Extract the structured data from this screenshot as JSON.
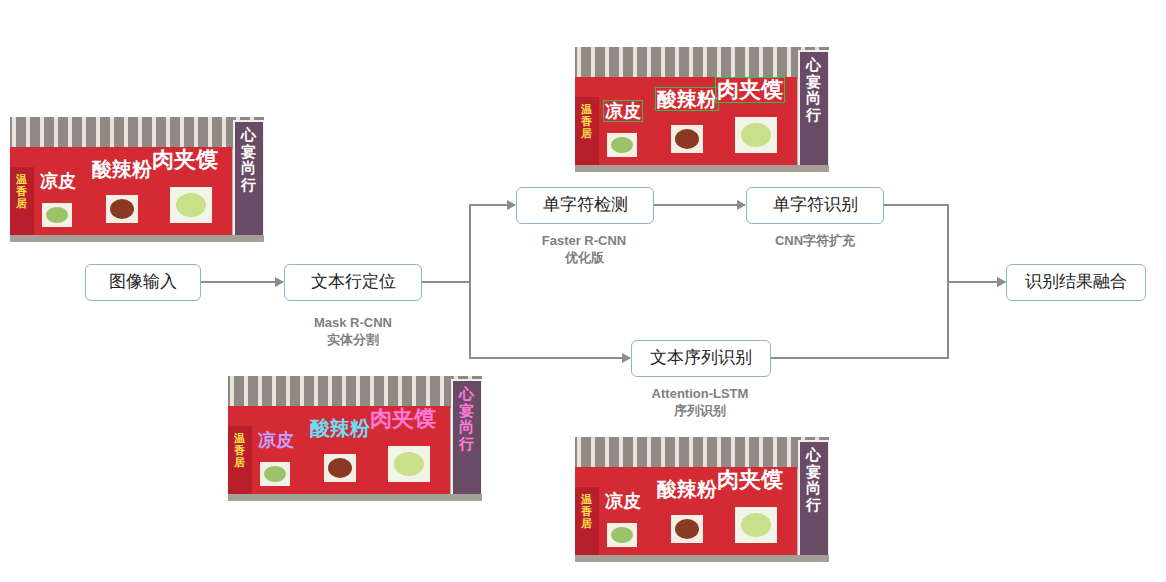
{
  "diagram": {
    "nodes": [
      {
        "text": [
          "图像输入"
        ]
      },
      {
        "text": [
          "文本行定位"
        ]
      },
      {
        "text": [
          "单字符检测"
        ]
      },
      {
        "text": [
          "单字符识别"
        ]
      },
      {
        "text": [
          "文本序列识别"
        ]
      },
      {
        "text": [
          "识别结果融合"
        ]
      }
    ],
    "edges": [
      {
        "from": 0,
        "to": 1,
        "arrow": "to"
      },
      {
        "from": 1,
        "to": 2,
        "arrow": "to"
      },
      {
        "from": 1,
        "to": 4,
        "arrow": "to"
      },
      {
        "from": 2,
        "to": 3,
        "arrow": "to"
      },
      {
        "from": 3,
        "to": 5,
        "arrow": "to"
      },
      {
        "from": 4,
        "to": 5,
        "arrow": "to"
      }
    ],
    "labels": [
      "Mask R-CNN 实体分割",
      "Faster R-CNN 优化版",
      "CNN字符扩充",
      "Attention-LSTM 序列识别",
      "温香居",
      "凉皮",
      "酸辣粉",
      "肉夹馍",
      "心宴尚行",
      "温香居",
      "凉皮",
      "酸辣粉",
      "肉夹馍",
      "心宴尚行",
      "温香居",
      "凉皮",
      "酸辣粉",
      "肉夹馍",
      "心宴尚行",
      "温香居",
      "凉皮",
      "酸辣粉",
      "肉夹馍",
      "心宴尚行"
    ]
  }
}
